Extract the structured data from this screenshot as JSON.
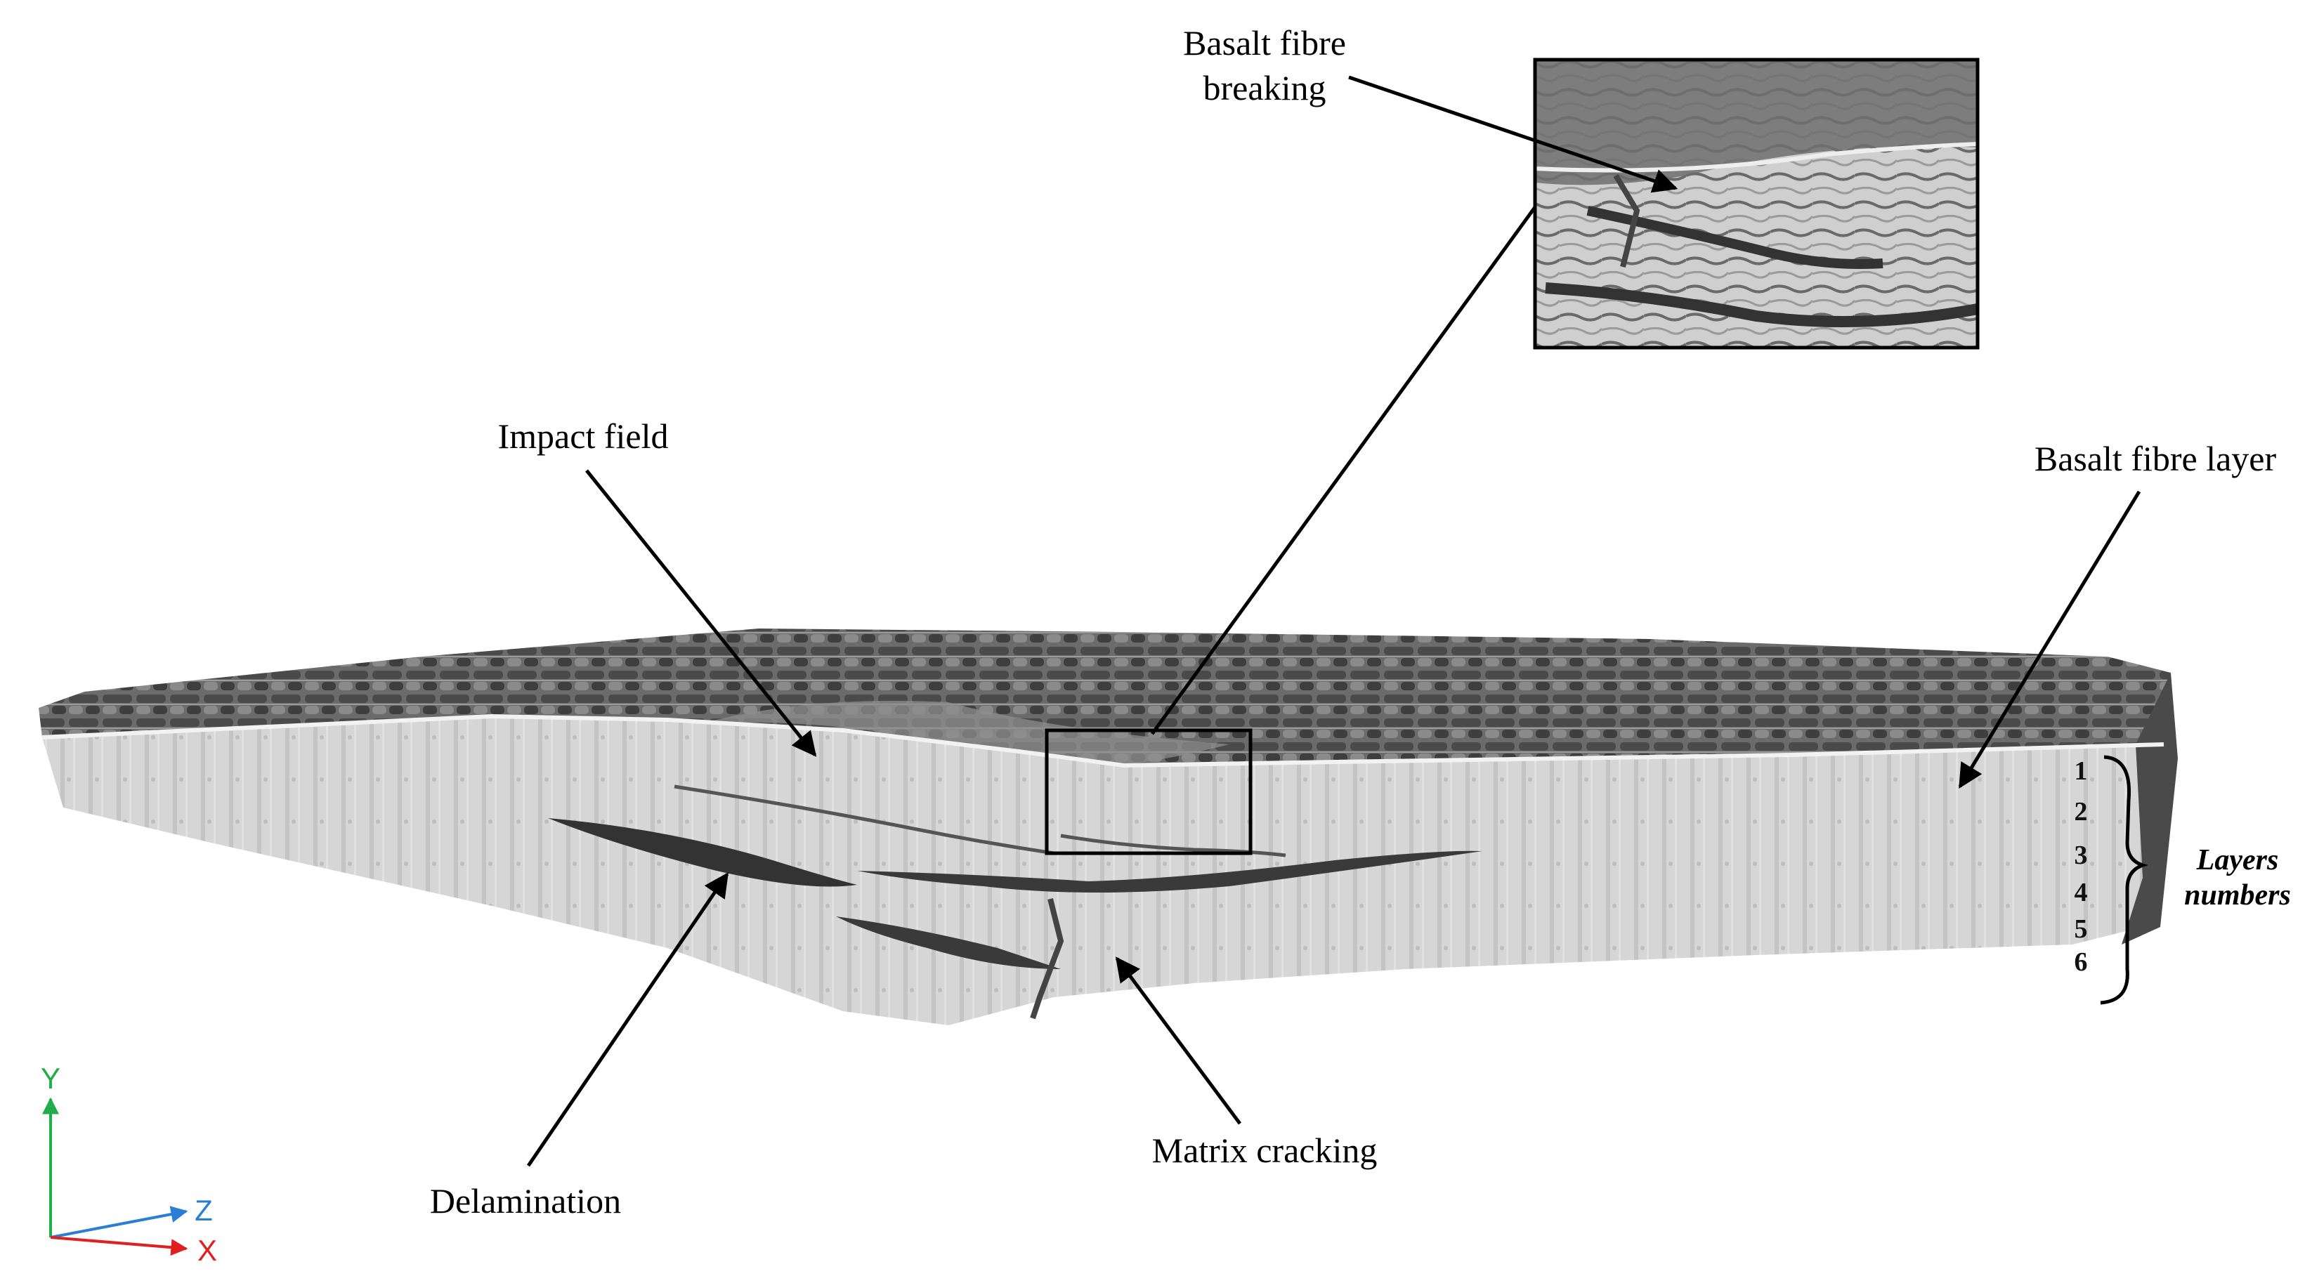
{
  "labels": {
    "basalt_fibre_breaking_line1": "Basalt fibre",
    "basalt_fibre_breaking_line2": "breaking",
    "impact_field": "Impact field",
    "basalt_fibre_layer": "Basalt fibre layer",
    "delamination": "Delamination",
    "matrix_cracking": "Matrix cracking",
    "layers_numbers_line1": "Layers",
    "layers_numbers_line2": "numbers"
  },
  "layer_numbers": [
    "1",
    "2",
    "3",
    "4",
    "5",
    "6"
  ],
  "axes": {
    "y": "Y",
    "z": "Z",
    "x": "X",
    "colors": {
      "y": "#1fae4a",
      "z": "#2a7fd4",
      "x": "#e02020"
    }
  },
  "colors": {
    "specimen_top": "#5a5a5a",
    "specimen_side": "#cfcfcf",
    "crack": "#3a3a3a",
    "arrow": "#000000"
  }
}
